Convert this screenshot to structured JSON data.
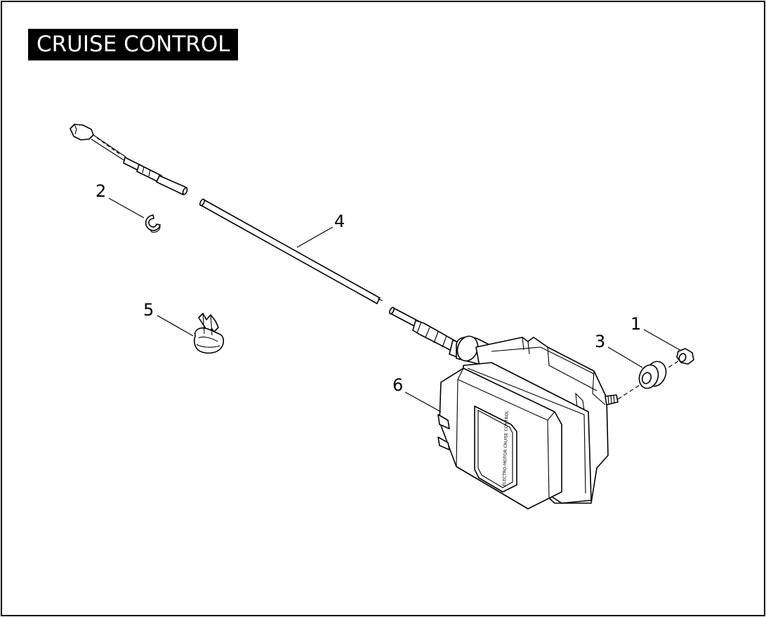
{
  "title": "CRUISE CONTROL",
  "callouts": [
    {
      "id": "1",
      "label": "1"
    },
    {
      "id": "2",
      "label": "2"
    },
    {
      "id": "3",
      "label": "3"
    },
    {
      "id": "4",
      "label": "4"
    },
    {
      "id": "5",
      "label": "5"
    },
    {
      "id": "6",
      "label": "6"
    }
  ],
  "module_label": "ELECTRO-MOTOR CRUISE CONTROL"
}
